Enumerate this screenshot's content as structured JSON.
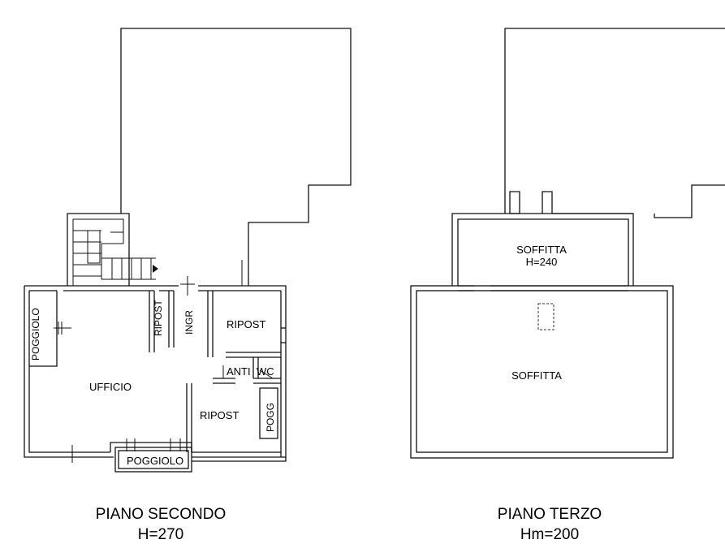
{
  "piano_secondo": {
    "title": "PIANO SECONDO",
    "height": "H=270",
    "rooms": {
      "ufficio": "UFFICIO",
      "poggiolo_west": "POGGIOLO",
      "poggiolo_south": "POGGIOLO",
      "ripost_a": "RIPOST",
      "ingr": "INGR",
      "ripost_b": "RIPOST",
      "anti": "ANTI",
      "wc": "WC",
      "ripost_c": "RIPOST",
      "pogg": "POGG"
    }
  },
  "piano_terzo": {
    "title": "PIANO TERZO",
    "height": "Hm=200",
    "rooms": {
      "soffitta_upper": "SOFFITTA",
      "soffitta_upper_h": "H=240",
      "soffitta_main": "SOFFITTA"
    }
  }
}
